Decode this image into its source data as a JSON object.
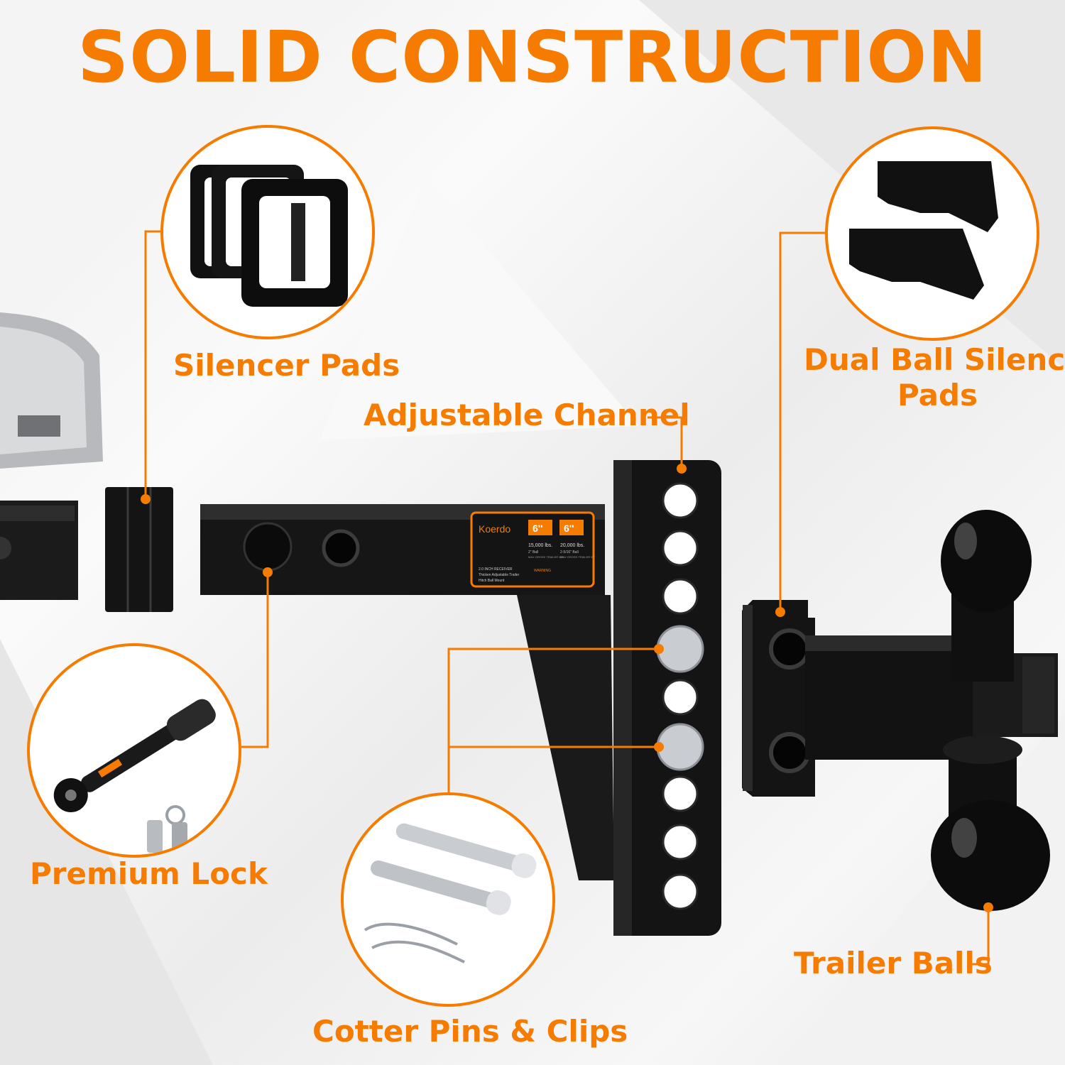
{
  "colors": {
    "accent": "#f57c00",
    "steel": "#151515",
    "steel_hi": "#3a3a3a",
    "chrome": "#c9ccd0",
    "label_bg": "#1a1a1a"
  },
  "title": "SOLID CONSTRUCTION",
  "labels": {
    "silencer_pads": "Silencer Pads",
    "dual_ball_line1": "Dual Ball Silencer",
    "dual_ball_line2": "Pads",
    "adjustable_channel": "Adjustable Channel",
    "premium_lock": "Premium Lock",
    "trailer_balls": "Trailer Balls",
    "cotter_pins": "Cotter Pins & Clips"
  },
  "product_label": {
    "brand": "Koerdo",
    "rise": "6''",
    "drop": "6''",
    "spec_left_weight": "15,000 lbs.",
    "spec_left_ball": "2\" Ball",
    "spec_left_note": "MAX GROSS TRAILER WT",
    "spec_right_weight": "20,000 lbs.",
    "spec_right_ball": "2-5/16\" Ball",
    "spec_right_note": "MAX GROSS TRAILER WT",
    "desc_line1": "2.0 INCH RECEIVER",
    "desc_line2": "Thicken Adjustable Trailer",
    "desc_line3": "Hitch Ball Mount",
    "warning": "WARNING"
  }
}
